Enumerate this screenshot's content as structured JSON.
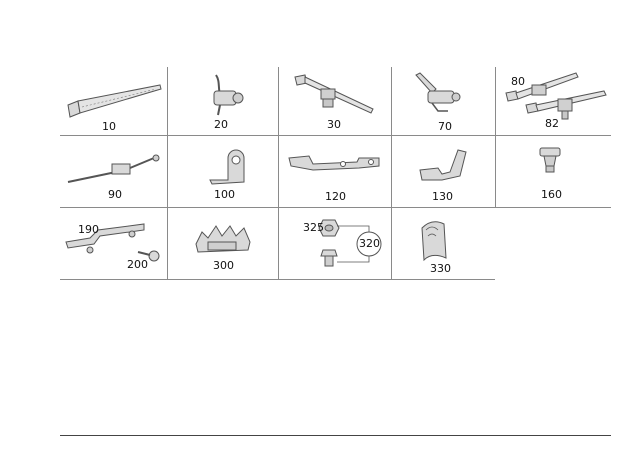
{
  "diagram": {
    "parts": [
      {
        "id": "10"
      },
      {
        "id": "20"
      },
      {
        "id": "30"
      },
      {
        "id": "70"
      },
      {
        "id": "80"
      },
      {
        "id": "82"
      },
      {
        "id": "90"
      },
      {
        "id": "100"
      },
      {
        "id": "120"
      },
      {
        "id": "130"
      },
      {
        "id": "160"
      },
      {
        "id": "190"
      },
      {
        "id": "200"
      },
      {
        "id": "300"
      },
      {
        "id": "325"
      },
      {
        "id": "320"
      },
      {
        "id": "330"
      }
    ]
  },
  "colors": {
    "part_fill": "#d9d9d9",
    "part_stroke": "#555555",
    "grid_line": "#8a8a8a"
  }
}
